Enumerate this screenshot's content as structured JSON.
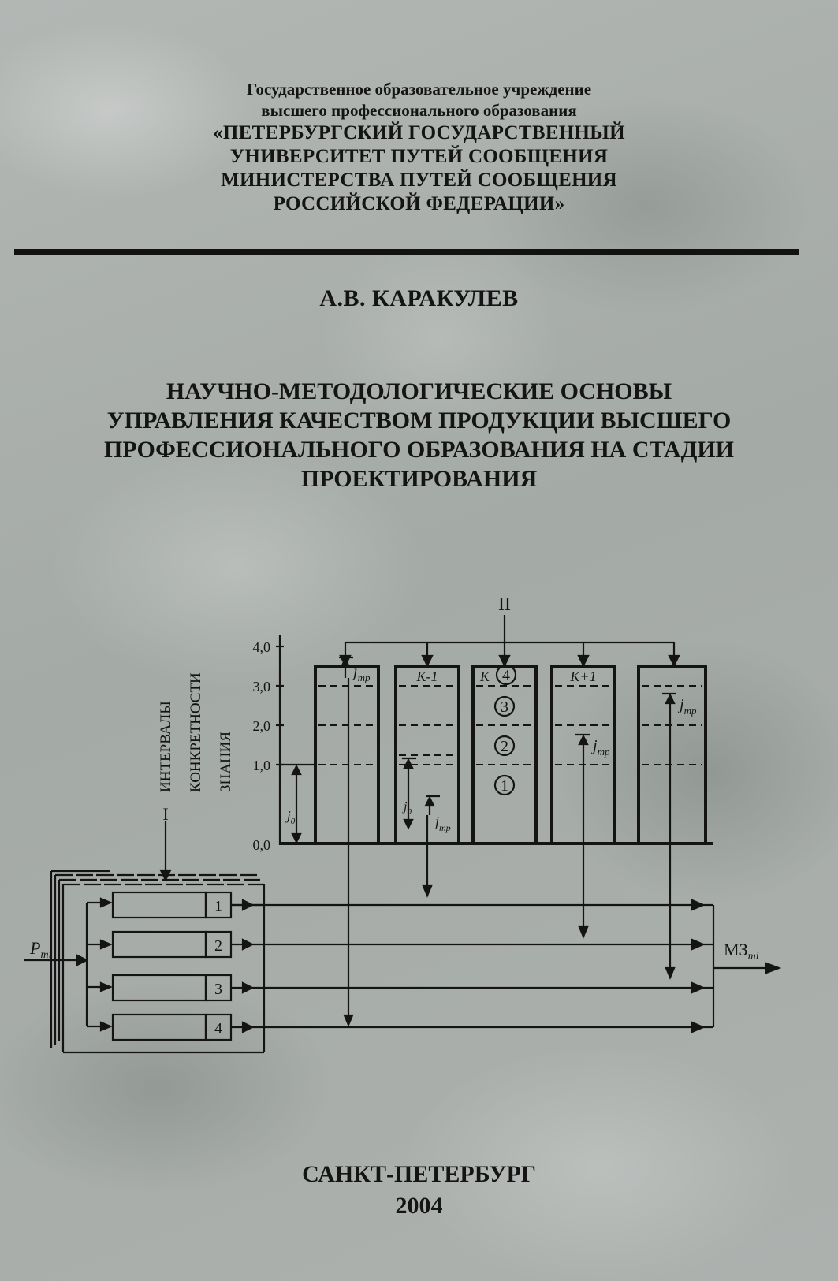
{
  "institution": {
    "line1": "Государственное образовательное учреждение",
    "line2": "высшего профессионального образования",
    "line3": "«ПЕТЕРБУРГСКИЙ ГОСУДАРСТВЕННЫЙ",
    "line4": "УНИВЕРСИТЕТ ПУТЕЙ СООБЩЕНИЯ",
    "line5": "МИНИСТЕРСТВА ПУТЕЙ СООБЩЕНИЯ",
    "line6": "РОССИЙСКОЙ ФЕДЕРАЦИИ»"
  },
  "author": "А.В. КАРАКУЛЕВ",
  "title": {
    "line1": "НАУЧНО-МЕТОДОЛОГИЧЕСКИЕ ОСНОВЫ",
    "line2": "УПРАВЛЕНИЯ КАЧЕСТВОМ ПРОДУКЦИИ ВЫСШЕГО",
    "line3": "ПРОФЕССИОНАЛЬНОГО ОБРАЗОВАНИЯ НА СТАДИИ",
    "line4": "ПРОЕКТИРОВАНИЯ"
  },
  "diagram": {
    "label_II": "II",
    "label_I": "I",
    "axis_ticks": [
      "4,0",
      "3,0",
      "2,0",
      "1,0",
      "0,0"
    ],
    "vertical_labels": [
      "ИНТЕРВАЛЫ",
      "КОНКРЕТНОСТИ",
      "ЗНАНИЯ"
    ],
    "column_labels": [
      "K-1",
      "K",
      "K+1"
    ],
    "levels": [
      "1",
      "2",
      "3",
      "4"
    ],
    "j_tr": "j",
    "j_tr_sub": "тр",
    "j0": "j",
    "j0_sub": "0",
    "input_label": "P",
    "input_sub": "mi",
    "output_label": "МЗ",
    "output_sub": "mi",
    "rows": [
      "1",
      "2",
      "3",
      "4"
    ]
  },
  "city": "САНКТ-ПЕТЕРБУРГ",
  "year": "2004"
}
